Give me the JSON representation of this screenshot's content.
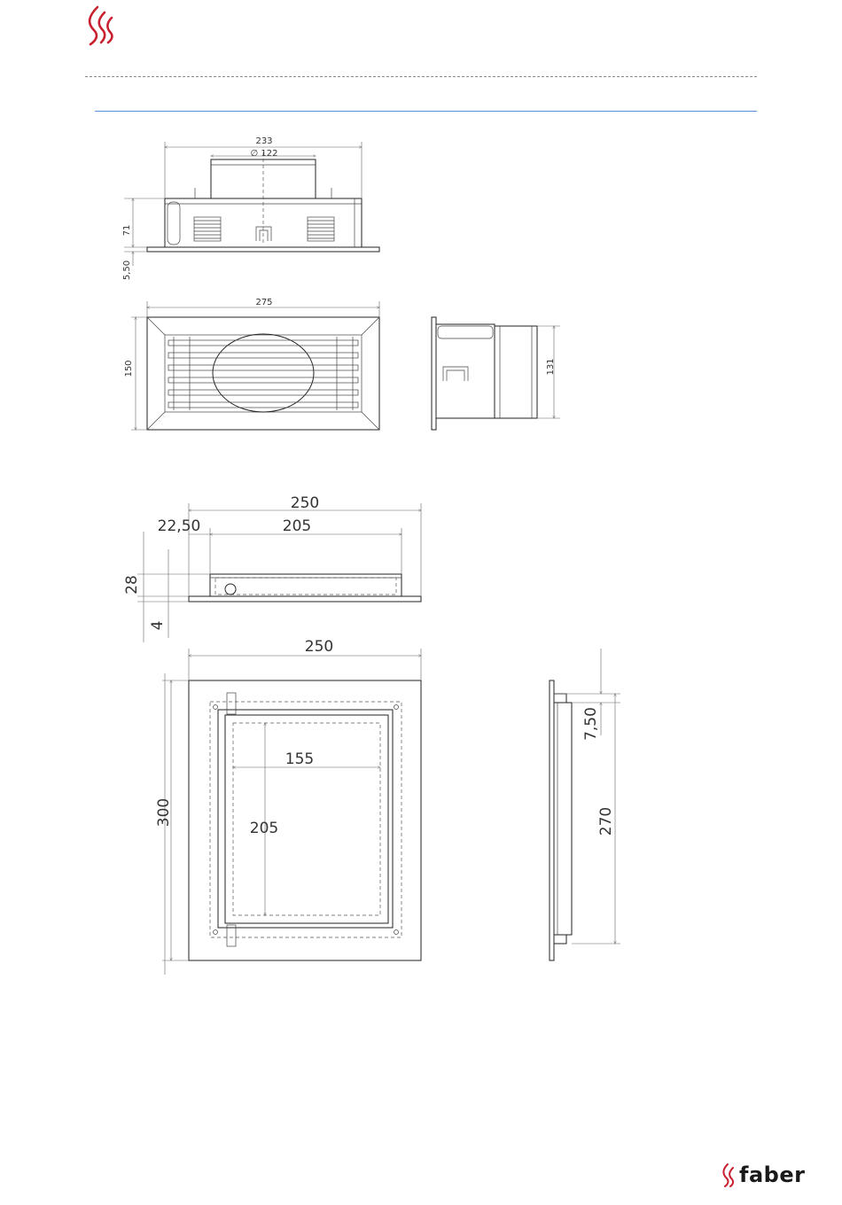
{
  "brand": {
    "name": "faber",
    "logo_icon": "flame-icon",
    "accent_color": "#c8202f",
    "rule_color": "#5b8fd6"
  },
  "drawing1": {
    "width_233": "233",
    "diameter_122": "∅ 122",
    "height_71": "71",
    "flange_5_50": "5,50",
    "width_275": "275",
    "height_150": "150",
    "height_131": "131"
  },
  "drawing2": {
    "width_250_top": "250",
    "offset_22_50": "22,50",
    "width_205_top": "205",
    "height_28": "28",
    "height_4": "4",
    "width_250_front": "250",
    "height_300": "300",
    "width_155": "155",
    "height_205": "205",
    "offset_7_50": "7,50",
    "height_270": "270"
  }
}
